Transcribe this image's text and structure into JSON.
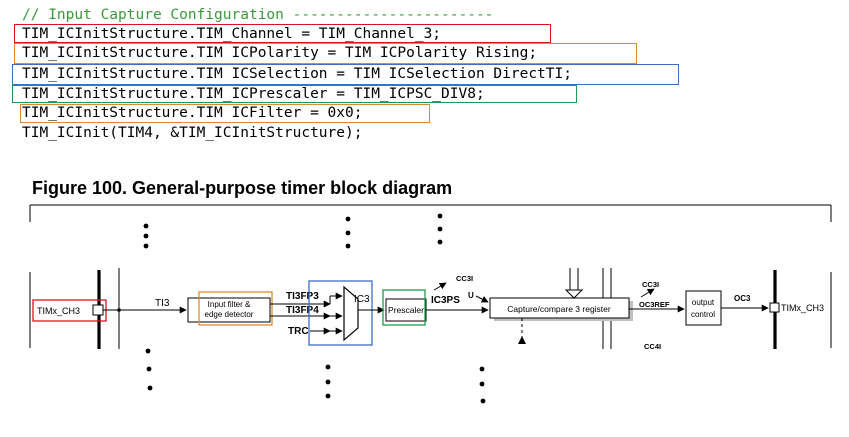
{
  "code": {
    "comment": "// Input Capture Configuration -----------------------",
    "lines": [
      "TIM_ICInitStructure.TIM_Channel = TIM_Channel_3;",
      "TIM_ICInitStructure.TIM ICPolarity = TIM ICPolarity Rising;",
      "TIM_ICInitStructure.TIM ICSelection = TIM ICSelection DirectTI;",
      "TIM_ICInitStructure.TIM_ICPrescaler = TIM_ICPSC_DIV8;",
      "TIM_ICInitStructure.TIM ICFilter = 0x0;",
      "TIM_ICInit(TIM4, &TIM_ICInitStructure);"
    ]
  },
  "figure": {
    "title": "Figure 100. General-purpose timer block diagram",
    "labels": {
      "input_pin": "TIMx_CH3",
      "ti3": "TI3",
      "filter_line1": "Input filter &",
      "filter_line2": "edge detector",
      "ti3fp3": "TI3FP3",
      "ti3fp4": "TI3FP4",
      "trc": "TRC",
      "ic3": "IC3",
      "prescaler": "Prescaler",
      "ic3ps": "IC3PS",
      "cc3i_top": "CC3I",
      "u": "U",
      "ccr": "Capture/compare 3 register",
      "cc3i_right": "CC3I",
      "oc3ref": "OC3REF",
      "cc4i": "CC4I",
      "out_line1": "output",
      "out_line2": "control",
      "oc3": "OC3",
      "output_pin": "TIMx_CH3"
    }
  },
  "colors": {
    "channel": "#e0101a",
    "polarity": "#e08a2a",
    "selection": "#3b6fbf",
    "prescaler": "#1f9a52",
    "filter": "#e08a2a",
    "comment": "#3a9a3a"
  }
}
